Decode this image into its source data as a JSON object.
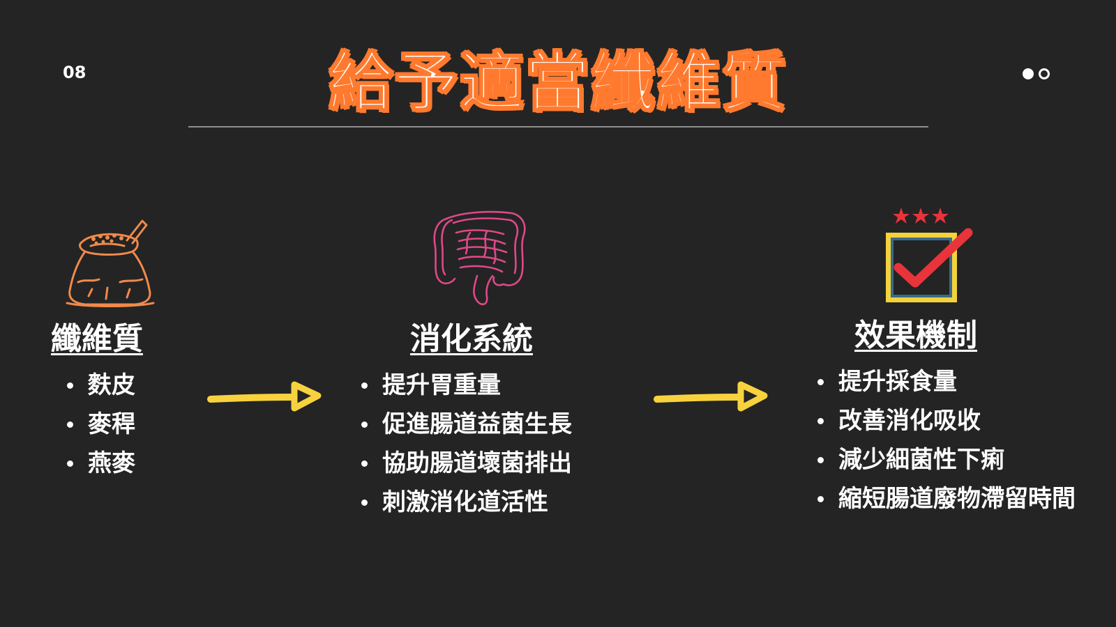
{
  "slide": {
    "page_number": "08",
    "title": "給予適當纖維質"
  },
  "columns": [
    {
      "icon": "fiber-sack-icon",
      "heading": "纖維質",
      "items": [
        "麩皮",
        "麥稈",
        "燕麥"
      ]
    },
    {
      "icon": "intestine-icon",
      "heading": "消化系統",
      "items": [
        "提升胃重量",
        "促進腸道益菌生長",
        "協助腸道壞菌排出",
        "刺激消化道活性"
      ]
    },
    {
      "icon": "checkbox-stars-icon",
      "heading": "效果機制",
      "items": [
        "提升採食量",
        "改善消化吸收",
        "減少細菌性下痢",
        "縮短腸道廢物滯留時間"
      ]
    }
  ],
  "colors": {
    "background": "#242424",
    "title_outline": "#ff7a2e",
    "arrow": "#f7d23e",
    "sack": "#f08a4b",
    "intestine": "#e0488a",
    "check": "#e8343a",
    "box_outer": "#f3d23c",
    "box_inner": "#3a6a8a",
    "stars": "#e8343a"
  }
}
